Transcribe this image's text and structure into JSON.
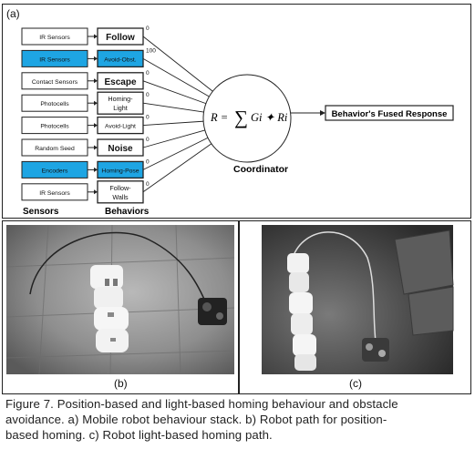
{
  "panel_a": {
    "tag": "(a)",
    "rows": [
      {
        "sensor": "IR Sensors",
        "sensor_highlight": false,
        "behavior": "Follow",
        "behavior_style": "bold",
        "weight": "0"
      },
      {
        "sensor": "IR Sensors",
        "sensor_highlight": true,
        "behavior": "Avoid-Obst.",
        "behavior_style": "highlight",
        "weight": "100"
      },
      {
        "sensor": "Contact Sensors",
        "sensor_highlight": false,
        "behavior": "Escape",
        "behavior_style": "bold",
        "weight": "0"
      },
      {
        "sensor": "Photocells",
        "sensor_highlight": false,
        "behavior": "Homing-Light",
        "behavior_style": "small",
        "weight": "0"
      },
      {
        "sensor": "Photocells",
        "sensor_highlight": false,
        "behavior": "Avoid-Light",
        "behavior_style": "small",
        "weight": "0"
      },
      {
        "sensor": "Random Seed",
        "sensor_highlight": false,
        "behavior": "Noise",
        "behavior_style": "bold",
        "weight": "0"
      },
      {
        "sensor": "Encoders",
        "sensor_highlight": true,
        "behavior": "Homing-Pose",
        "behavior_style": "highlight",
        "weight": "0"
      },
      {
        "sensor": "IR Sensors",
        "sensor_highlight": false,
        "behavior": "Follow-Walls",
        "behavior_style": "small",
        "weight": "0"
      }
    ],
    "sensors_label": "Sensors",
    "behaviors_label": "Behaviors",
    "formula_lhs": "R = ",
    "formula_sum": "∑",
    "formula_rhs": "Gi ✦ Ri",
    "coordinator_label": "Coordinator",
    "output_label": "Behavior's Fused Response",
    "highlight_color": "#1ea5e3"
  },
  "panel_b": {
    "label": "(b)"
  },
  "panel_c": {
    "label": "(c)"
  },
  "caption": {
    "lines": [
      "Figure 7. Position-based and light-based homing behaviour and obstacle",
      "avoidance. a) Mobile robot behaviour stack. b) Robot path for position-",
      "based homing. c) Robot light-based homing path."
    ]
  }
}
